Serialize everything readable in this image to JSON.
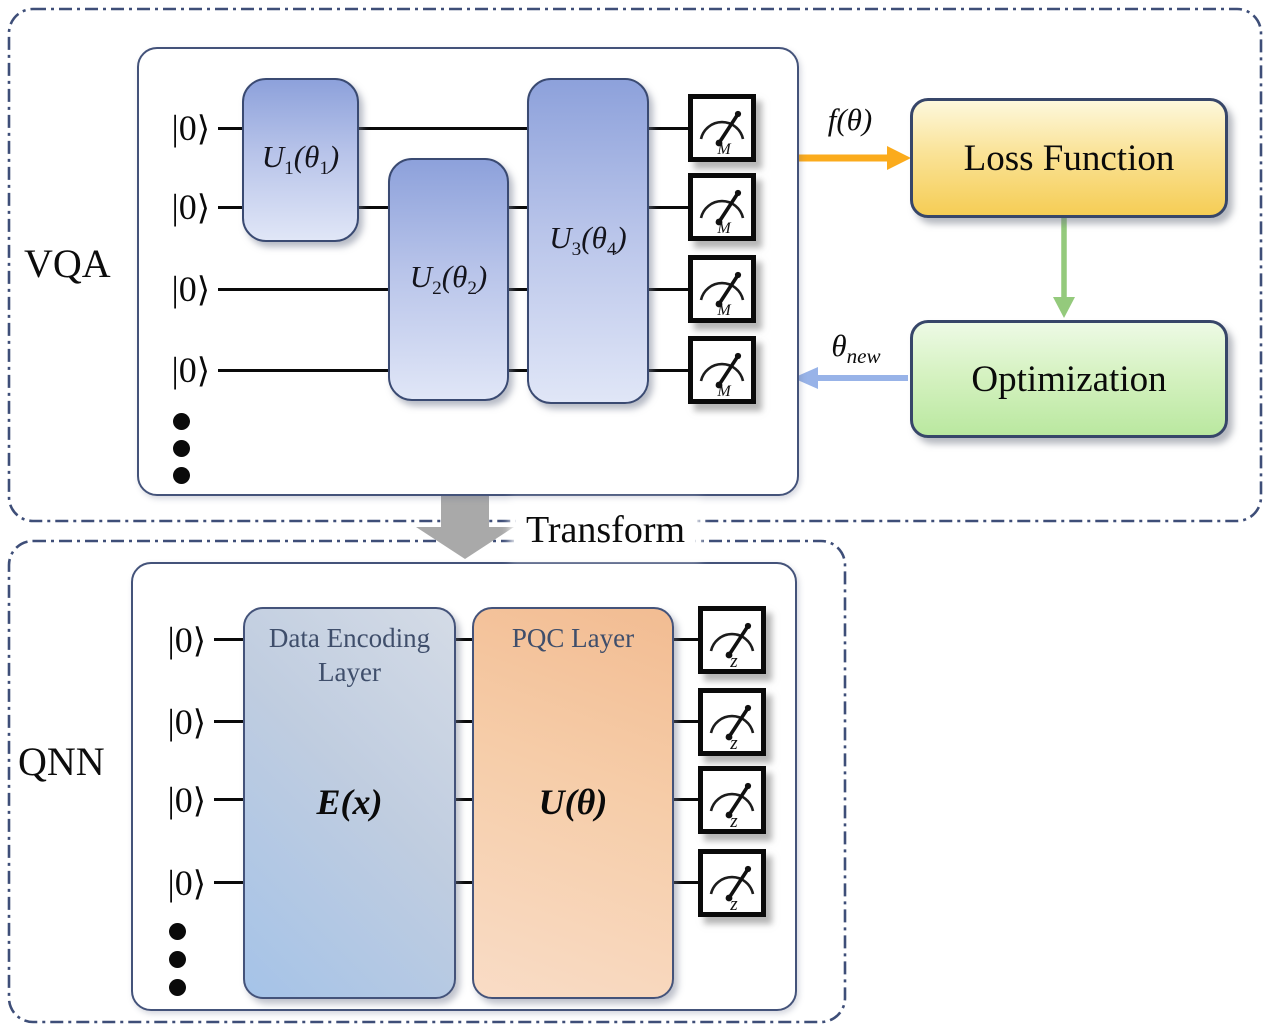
{
  "vqa": {
    "label": "VQA",
    "ket_main": "|0",
    "ket_bracket": "⟩",
    "gates": [
      {
        "base": "U",
        "base_sub": "1",
        "arg_open": "(θ",
        "arg_sub": "1",
        "arg_close": ")"
      },
      {
        "base": "U",
        "base_sub": "2",
        "arg_open": "(θ",
        "arg_sub": "2",
        "arg_close": ")"
      },
      {
        "base": "U",
        "base_sub": "3",
        "arg_open": "(θ",
        "arg_sub": "4",
        "arg_close": ")"
      }
    ],
    "measurement_label": "M"
  },
  "feedback_loop": {
    "f_theta_label": "f(θ)",
    "loss_function_label": "Loss Function",
    "optimization_label": "Optimization",
    "theta_new_base": "θ",
    "theta_new_sub": "new"
  },
  "transform": {
    "label": "Transform"
  },
  "qnn": {
    "label": "QNN",
    "ket_main": "|0",
    "ket_bracket": "⟩",
    "encoding_layer": {
      "title_line1": "Data Encoding",
      "title_line2": "Layer",
      "formula": "E(x)"
    },
    "pqc_layer": {
      "title": "PQC Layer",
      "formula": "U(θ)"
    },
    "measurement_label": "z"
  },
  "colors": {
    "accent_orange": "#fbab1c",
    "accent_green": "#94ca7c",
    "accent_blue": "#98b3e8",
    "gray_arrow": "#a9a9a9",
    "border_slate": "#3e4e78"
  }
}
